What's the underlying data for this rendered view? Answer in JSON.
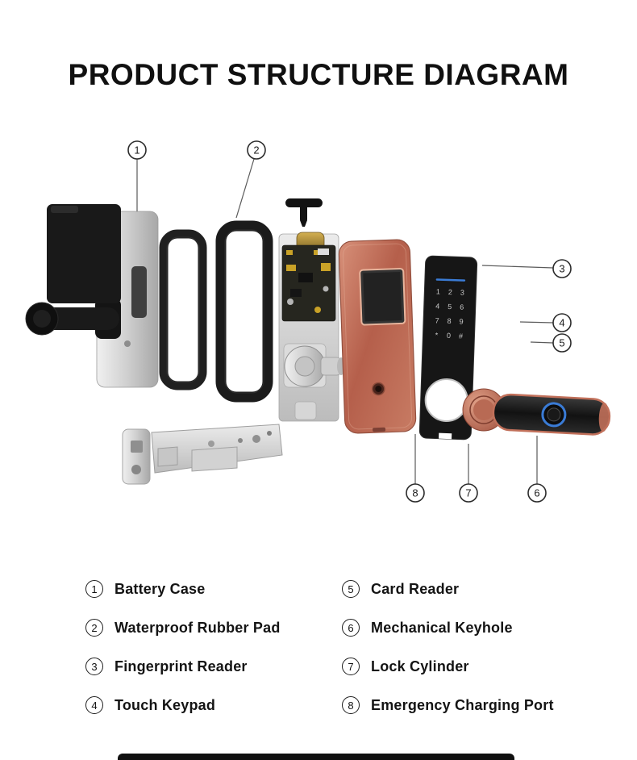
{
  "title": "PRODUCT STRUCTURE DIAGRAM",
  "callouts": {
    "c1": "1",
    "c2": "2",
    "c3": "3",
    "c4": "4",
    "c5": "5",
    "c6": "6",
    "c7": "7",
    "c8": "8"
  },
  "keypad": {
    "keys": [
      "1",
      "2",
      "3",
      "4",
      "5",
      "6",
      "7",
      "8",
      "9",
      "*",
      "0",
      "#"
    ]
  },
  "colors": {
    "accent_blue": "#3a7bd5",
    "rose_gold": "#c1705a"
  },
  "legend": {
    "left": [
      {
        "num": "1",
        "label": "Battery Case"
      },
      {
        "num": "2",
        "label": "Waterproof Rubber Pad"
      },
      {
        "num": "3",
        "label": "Fingerprint Reader"
      },
      {
        "num": "4",
        "label": "Touch Keypad"
      }
    ],
    "right": [
      {
        "num": "5",
        "label": "Card Reader"
      },
      {
        "num": "6",
        "label": "Mechanical Keyhole"
      },
      {
        "num": "7",
        "label": "Lock Cylinder"
      },
      {
        "num": "8",
        "label": "Emergency Charging Port"
      }
    ]
  }
}
